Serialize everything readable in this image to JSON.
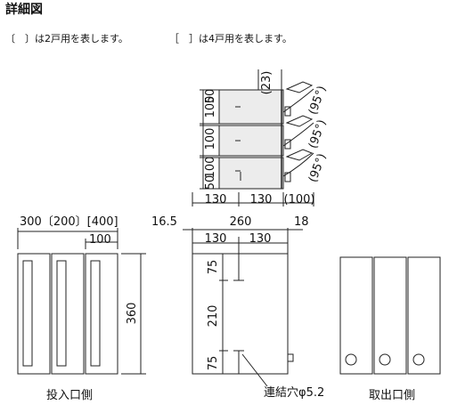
{
  "title": "詳細図",
  "note_2unit": "〔　〕は2戸用を表します。",
  "note_4unit": "［　］は4戸用を表します。",
  "top_view": {
    "dim_23": "(23)",
    "dim_100": "100",
    "dim_50": "50",
    "dim_130_a": "130",
    "dim_130_b": "130",
    "dim_100_paren": "(100)",
    "angle": "(95°)"
  },
  "front_view": {
    "dim_width": "300〔200〕[400]",
    "dim_100": "100",
    "dim_360": "360",
    "caption": "投入口側"
  },
  "side_view": {
    "dim_16_5": "16.5",
    "dim_260": "260",
    "dim_18": "18",
    "dim_130_a": "130",
    "dim_130_b": "130",
    "dim_75_top": "75",
    "dim_210": "210",
    "dim_75_bottom": "75",
    "hole_label": "連結穴φ5.2"
  },
  "back_view": {
    "caption": "取出口側"
  },
  "colors": {
    "panel": "#ececec",
    "stroke": "#222222"
  }
}
